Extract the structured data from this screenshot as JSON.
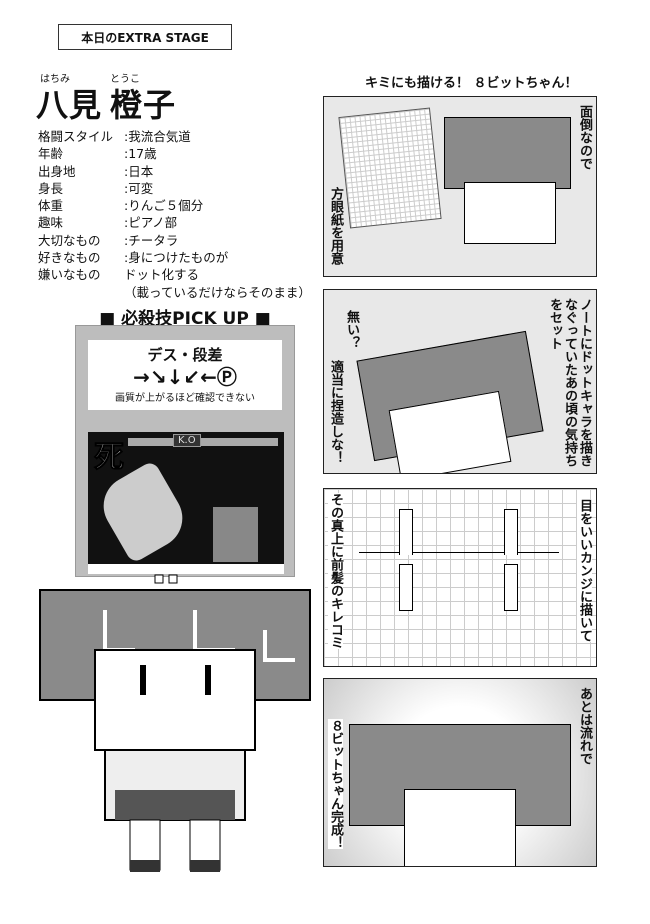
{
  "header": {
    "stage_label": "本日のEXTRA STAGE"
  },
  "character": {
    "ruby_family": "はちみ",
    "ruby_given": "とうこ",
    "family_name": "八見",
    "given_name": "橙子",
    "profile": [
      {
        "key": "格闘スタイル",
        "value": ":我流合気道"
      },
      {
        "key": "年齢",
        "value": ":17歳"
      },
      {
        "key": "出身地",
        "value": ":日本"
      },
      {
        "key": "身長",
        "value": ":可変"
      },
      {
        "key": "体重",
        "value": ":りんご５個分"
      },
      {
        "key": "趣味",
        "value": ":ピアノ部"
      },
      {
        "key": "大切なもの",
        "value": ":チータラ"
      },
      {
        "key": "好きなもの",
        "value": ":身につけたものが"
      },
      {
        "key": "嫌いなもの",
        "value": "ドット化する"
      },
      {
        "key": "",
        "value": "（載っているだけならそのまま）"
      }
    ]
  },
  "pickup": {
    "title": "■ 必殺技PICK UP ■",
    "move_name": "デス・段差",
    "command": "→↘↓↙←Ⓟ",
    "note": "画質が上がるほど確認できない",
    "ko_label": "K.O",
    "death_kanji": "死"
  },
  "comic": {
    "title": "キミにも描ける！ ８ビットちゃん！",
    "panels": [
      {
        "texts": [
          "面倒なので",
          "方眼紙を用意"
        ]
      },
      {
        "texts": [
          "ノートにドットキャラを描きなぐっていたあの頃の気持ちをセット",
          "無い？",
          "適当に捏造しな！"
        ]
      },
      {
        "texts": [
          "目をいいカンジに描いて",
          "その真上に前髪のキレコミ"
        ]
      },
      {
        "texts": [
          "あとは流れで",
          "８ビットちゃん完成！"
        ]
      }
    ]
  },
  "colors": {
    "hair": "#8a8a8a",
    "panel_bg": "#e8e8e8",
    "ink": "#111111"
  }
}
